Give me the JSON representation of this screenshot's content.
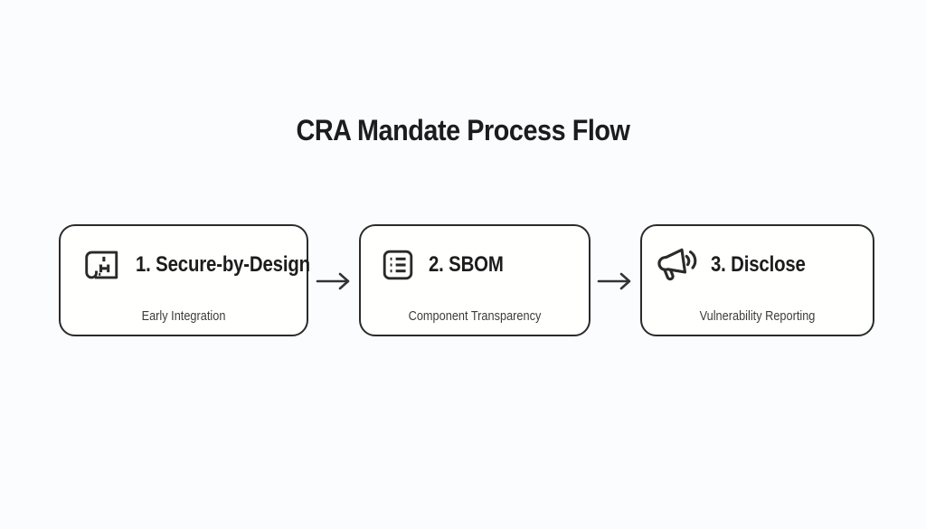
{
  "page": {
    "title": "CRA Mandate Process Flow"
  },
  "steps": [
    {
      "icon": "blueprint-icon",
      "label": "1. Secure-by-Design",
      "sublabel": "Early Integration"
    },
    {
      "icon": "checklist-icon",
      "label": "2. SBOM",
      "sublabel": "Component Transparency"
    },
    {
      "icon": "megaphone-icon",
      "label": "3. Disclose",
      "sublabel": "Vulnerability Reporting"
    }
  ],
  "arrow_glyph": "→",
  "colors": {
    "background": "#fafcfd",
    "box_fill": "#fffffe",
    "box_border": "#2b2b2b",
    "title_text": "#1c1c1c",
    "subtitle_text": "#3c3c3c",
    "arrow": "#333333",
    "icon_stroke": "#2a2a2a"
  }
}
